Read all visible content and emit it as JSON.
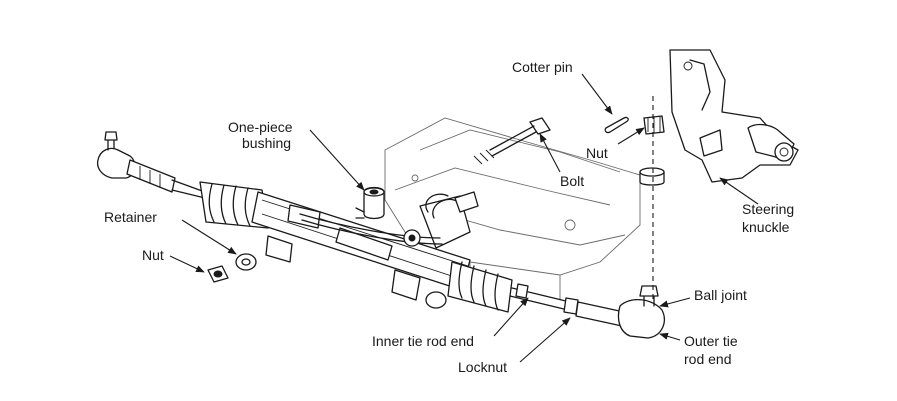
{
  "labels": {
    "cotter_pin": "Cotter pin",
    "one_piece_bushing_line1": "One-piece",
    "one_piece_bushing_line2": "bushing",
    "nut_top": "Nut",
    "bolt": "Bolt",
    "steering_knuckle_line1": "Steering",
    "steering_knuckle_line2": "knuckle",
    "retainer": "Retainer",
    "nut_left": "Nut",
    "ball_joint": "Ball joint",
    "inner_tie_rod_end": "Inner tie rod end",
    "outer_tie_rod_end_line1": "Outer tie",
    "outer_tie_rod_end_line2": "rod end",
    "locknut": "Locknut"
  },
  "colors": {
    "ink": "#1a1a1a",
    "background": "#ffffff",
    "shade": "#bdbdbd"
  }
}
